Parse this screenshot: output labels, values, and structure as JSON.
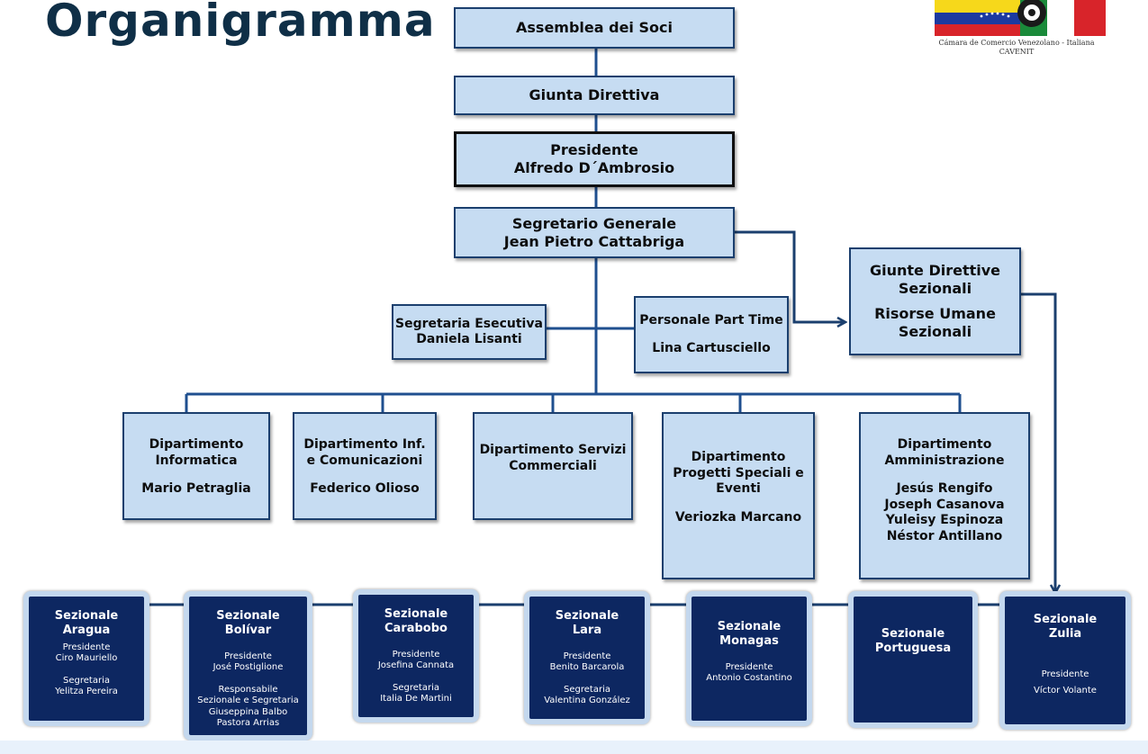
{
  "page_title": "Organigramma",
  "logo": {
    "line1": "Cámara de Comercio Venezolano - Italiana",
    "line2": "CAVENIT",
    "colors": {
      "yellow": "#f6d81b",
      "blue": "#1c3aa0",
      "red": "#d8242a",
      "green": "#1a8a3a",
      "white": "#ffffff"
    }
  },
  "colors": {
    "node_fill": "#c6dcf2",
    "node_border": "#1b3f6e",
    "line": "#1f4f8f",
    "sezionale_fill": "#0d2761",
    "sezionale_border": "#c4d8ee",
    "title": "#0f2f47"
  },
  "nodes": {
    "assemblea": {
      "lines": [
        "Assemblea dei Soci"
      ]
    },
    "giunta": {
      "lines": [
        "Giunta Direttiva"
      ]
    },
    "presidente": {
      "lines": [
        "Presidente",
        "Alfredo D´Ambrosio"
      ]
    },
    "segretario": {
      "lines": [
        "Segretario Generale",
        "Jean Pietro Cattabriga"
      ]
    },
    "segretaria_esecutiva": {
      "lines": [
        "Segretaria Esecutiva",
        "Daniela Lisanti"
      ]
    },
    "personale": {
      "title": "Personale Part Time",
      "name": "Lina Cartusciello"
    },
    "giunte_sezionali": {
      "title": [
        "Giunte Direttive",
        "Sezionali"
      ],
      "sub": [
        "Risorse Umane",
        "Sezionali"
      ]
    }
  },
  "departments": [
    {
      "title": [
        "Dipartimento",
        "Informatica"
      ],
      "people": [
        "Mario Petraglia"
      ]
    },
    {
      "title": [
        "Dipartimento Inf.",
        "e Comunicazioni"
      ],
      "people": [
        "Federico Olioso"
      ]
    },
    {
      "title": [
        "Dipartimento Servizi",
        "Commerciali"
      ],
      "people": []
    },
    {
      "title": [
        "Dipartimento",
        "Progetti Speciali e",
        "Eventi"
      ],
      "people": [
        "Veriozka Marcano"
      ]
    },
    {
      "title": [
        "Dipartimento",
        "Amministrazione"
      ],
      "people": [
        "Jesús Rengifo",
        "Joseph Casanova",
        "Yuleisy Espinoza",
        "Néstor Antillano"
      ]
    }
  ],
  "sezionali": [
    {
      "title": [
        "Sezionale",
        "Aragua"
      ],
      "groups": [
        [
          "Presidente",
          "Ciro Mauriello"
        ],
        [
          "Segretaria",
          "Yelitza Pereira"
        ]
      ]
    },
    {
      "title": [
        "Sezionale",
        "Bolívar"
      ],
      "groups": [
        [
          "Presidente",
          "José  Postiglione"
        ],
        [
          "Responsabile",
          "Sezionale  e Segretaria",
          "Giuseppina Balbo",
          "Pastora Arrias"
        ]
      ]
    },
    {
      "title": [
        "Sezionale",
        "Carabobo"
      ],
      "groups": [
        [
          "Presidente",
          "Josefina Cannata"
        ],
        [
          "Segretaria",
          "Italia De Martini"
        ]
      ]
    },
    {
      "title": [
        "Sezionale",
        "Lara"
      ],
      "groups": [
        [
          "Presidente",
          "Benito Barcarola"
        ],
        [
          "Segretaria",
          "Valentina  González"
        ]
      ]
    },
    {
      "title": [
        "Sezionale",
        "Monagas"
      ],
      "groups": [
        [
          "Presidente",
          "Antonio Costantino"
        ]
      ]
    },
    {
      "title": [
        "Sezionale",
        "Portuguesa"
      ],
      "groups": []
    },
    {
      "title": [
        "Sezionale",
        "Zulia"
      ],
      "groups": [
        [
          "Presidente",
          "Víctor Volante"
        ]
      ]
    }
  ]
}
